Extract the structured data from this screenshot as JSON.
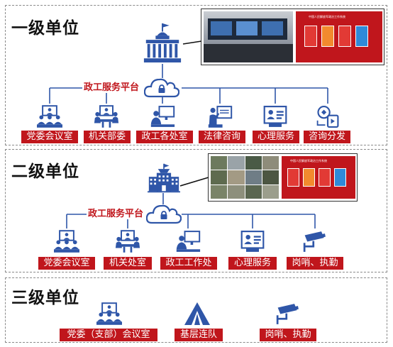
{
  "colors": {
    "brand_blue": "#2f56a8",
    "label_red": "#c0161c",
    "line_blue": "#2f56a8"
  },
  "tier1": {
    "title": "一级单位",
    "platform": "政工服务平台",
    "screenshot_caption": "中国人民解放军政治工作系统",
    "nodes": [
      {
        "label": "党委会议室",
        "icon": "meeting-room-icon"
      },
      {
        "label": "机关部委",
        "icon": "office-meeting-icon"
      },
      {
        "label": "政工各处室",
        "icon": "workstation-icon"
      },
      {
        "label": "法律咨询",
        "icon": "presentation-icon"
      },
      {
        "label": "心理服务",
        "icon": "id-card-icon"
      },
      {
        "label": "咨询分发",
        "icon": "dispatch-icon"
      }
    ]
  },
  "tier2": {
    "title": "二级单位",
    "platform": "政工服务平台",
    "screenshot_caption": "中国人民解放军政治工作系统",
    "nodes": [
      {
        "label": "党委会议室",
        "icon": "meeting-room-icon"
      },
      {
        "label": "机关处室",
        "icon": "office-meeting-icon"
      },
      {
        "label": "政工工作处",
        "icon": "workstation-icon"
      },
      {
        "label": "心理服务",
        "icon": "id-card-icon"
      },
      {
        "label": "岗哨、执勤",
        "icon": "camera-icon"
      }
    ]
  },
  "tier3": {
    "title": "三级单位",
    "nodes": [
      {
        "label": "党委（支部）会议室",
        "icon": "meeting-room-icon"
      },
      {
        "label": "基层连队",
        "icon": "tent-icon"
      },
      {
        "label": "岗哨、执勤",
        "icon": "camera-icon"
      }
    ]
  }
}
